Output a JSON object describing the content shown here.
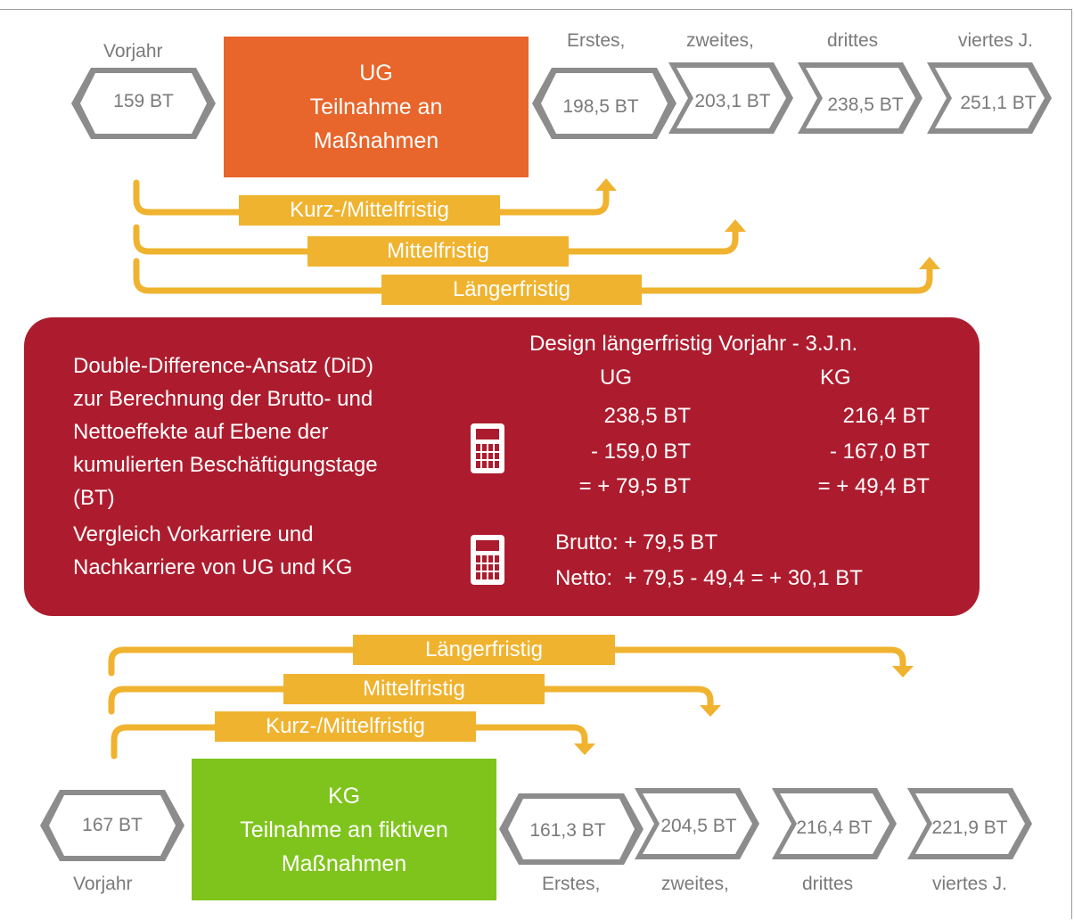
{
  "top": {
    "baseline": {
      "label": "Vorjahr",
      "value": "159 BT"
    },
    "group_box": {
      "line1": "UG",
      "line2": "Teilnahme an",
      "line3": "Maßnahmen"
    },
    "years": [
      {
        "label": "Erstes,",
        "value": "198,5 BT"
      },
      {
        "label": "zweites,",
        "value": "203,1 BT"
      },
      {
        "label": "drittes",
        "value": "238,5 BT"
      },
      {
        "label": "viertes J.",
        "value": "251,1 BT"
      }
    ],
    "horizons": [
      "Kurz-/Mittelfristig",
      "Mittelfristig",
      "Längerfristig"
    ]
  },
  "panel": {
    "method_lines": [
      "Double-Difference-Ansatz (DiD)",
      "zur Berechnung der Brutto- und",
      "Nettoeffekte auf Ebene der",
      "kumulierten Beschäftigungstage",
      "(BT)"
    ],
    "compare_lines": [
      "Vergleich Vorkarriere und",
      "Nachkarriere von UG und KG"
    ],
    "design_title": "Design längerfristig Vorjahr - 3.J.n.",
    "ug": {
      "header": "UG",
      "a": "238,5 BT",
      "b": "- 159,0 BT",
      "c": "= + 79,5 BT"
    },
    "kg": {
      "header": "KG",
      "a": "216,4 BT",
      "b": "- 167,0 BT",
      "c": "= + 49,4 BT"
    },
    "brutto": "Brutto: + 79,5 BT",
    "netto": "Netto:  + 79,5 - 49,4 = + 30,1 BT"
  },
  "bottom": {
    "horizons": [
      "Längerfristig",
      "Mittelfristig",
      "Kurz-/Mittelfristig"
    ],
    "baseline": {
      "label": "Vorjahr",
      "value": "167 BT"
    },
    "group_box": {
      "line1": "KG",
      "line2": "Teilnahme an fiktiven",
      "line3": "Maßnahmen"
    },
    "years": [
      {
        "label": "Erstes,",
        "value": "161,3 BT"
      },
      {
        "label": "zweites,",
        "value": "204,5 BT"
      },
      {
        "label": "drittes",
        "value": "216,4 BT"
      },
      {
        "label": "viertes J.",
        "value": "221,9 BT"
      }
    ]
  },
  "colors": {
    "ug_box": "#e8652b",
    "kg_box": "#7fc41c",
    "panel": "#ad1c2e",
    "timeline": "#f0b32f",
    "chevron": "#8c8c8c"
  },
  "icons": [
    "calculator-icon",
    "chevron-arrow-icon"
  ]
}
